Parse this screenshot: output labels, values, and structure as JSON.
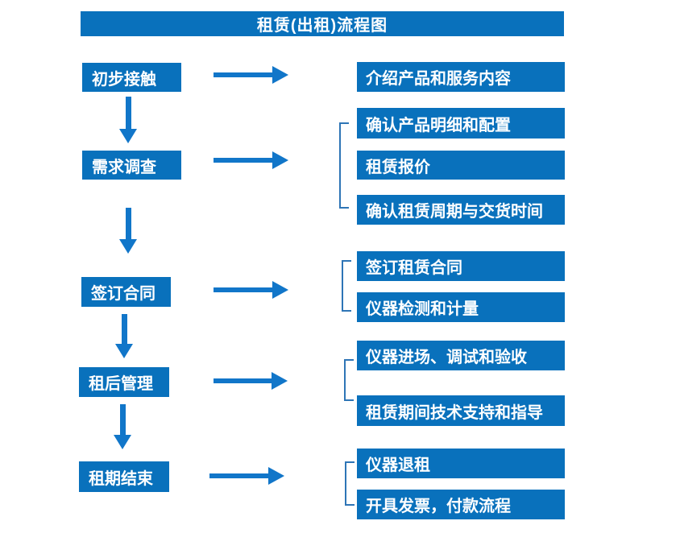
{
  "title": "租赁(出租)流程图",
  "colors": {
    "box_blue": "#0971BC",
    "arrow_blue": "#1176C9",
    "bracket_blue": "#2E75B6",
    "text": "#FFFFFF",
    "background": "#FFFFFF"
  },
  "steps": [
    {
      "label": "初步接触",
      "details": [
        "介绍产品和服务内容"
      ]
    },
    {
      "label": "需求调查",
      "details": [
        "确认产品明细和配置",
        "租赁报价",
        "确认租赁周期与交货时间"
      ]
    },
    {
      "label": "签订合同",
      "details": [
        "签订租赁合同",
        "仪器检测和计量"
      ]
    },
    {
      "label": "租后管理",
      "details": [
        "仪器进场、调试和验收",
        "租赁期间技术支持和指导"
      ]
    },
    {
      "label": "租期结束",
      "details": [
        "仪器退租",
        "开具发票，付款流程"
      ]
    }
  ]
}
